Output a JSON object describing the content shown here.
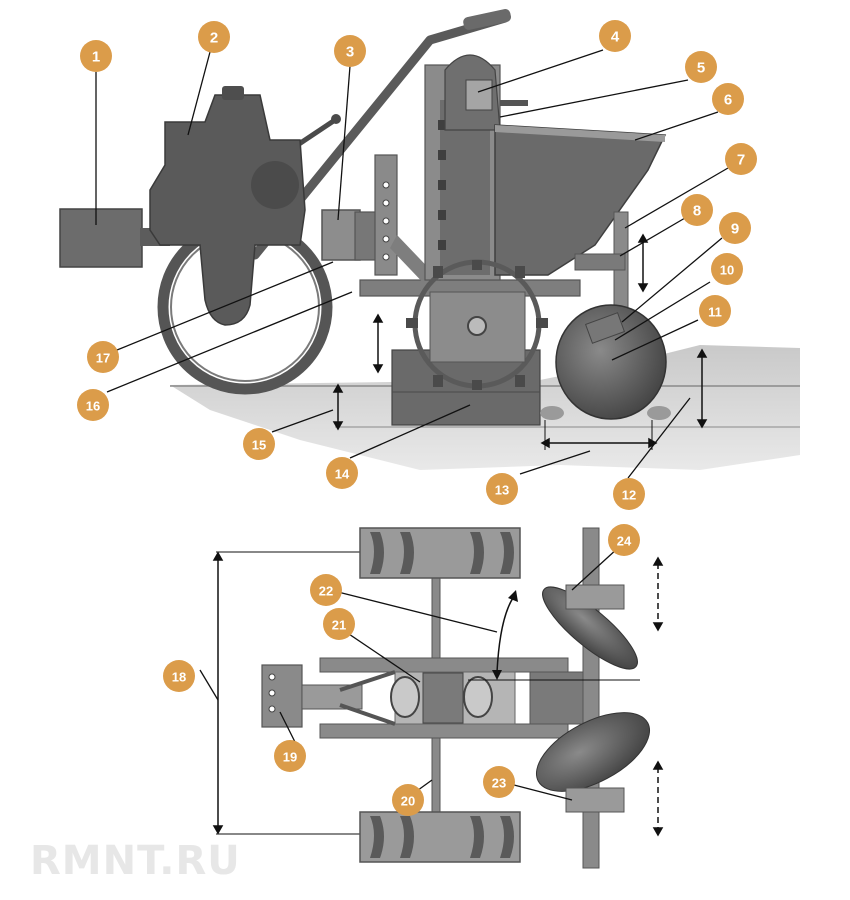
{
  "colors": {
    "badge": "#DB9C4A",
    "badge_text": "#FFFFFF",
    "metal": "#6E6E6E",
    "metal_dark": "#4A4A4A",
    "metal_light": "#9A9A9A",
    "soil": "#BDBDBD",
    "leader": "#111111"
  },
  "callouts": [
    "1",
    "2",
    "3",
    "4",
    "5",
    "6",
    "7",
    "8",
    "9",
    "10",
    "11",
    "12",
    "13",
    "14",
    "15",
    "16",
    "17",
    "18",
    "19",
    "20",
    "21",
    "22",
    "23",
    "24"
  ],
  "watermark": "RMNT.RU"
}
